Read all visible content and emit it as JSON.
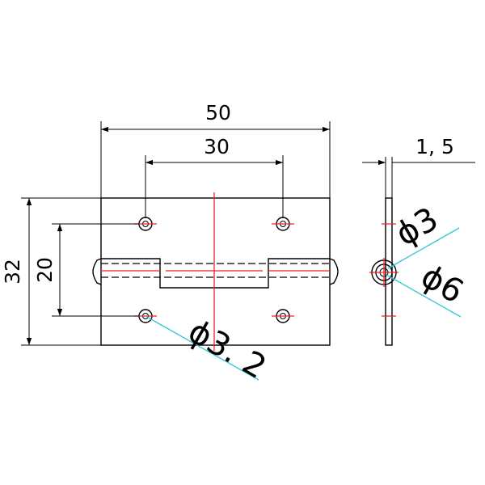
{
  "dimensions": {
    "overall_width": "50",
    "hole_spacing_horizontal": "30",
    "overall_height": "32",
    "hole_spacing_vertical": "20",
    "thickness": "1, 5",
    "hole_diameter": "ϕ3. 2",
    "pin_diameter": "ϕ3",
    "knuckle_diameter": "ϕ6"
  },
  "colors": {
    "outline": "#000000",
    "centerline": "#e8262b",
    "leader": "#34c6d6"
  }
}
